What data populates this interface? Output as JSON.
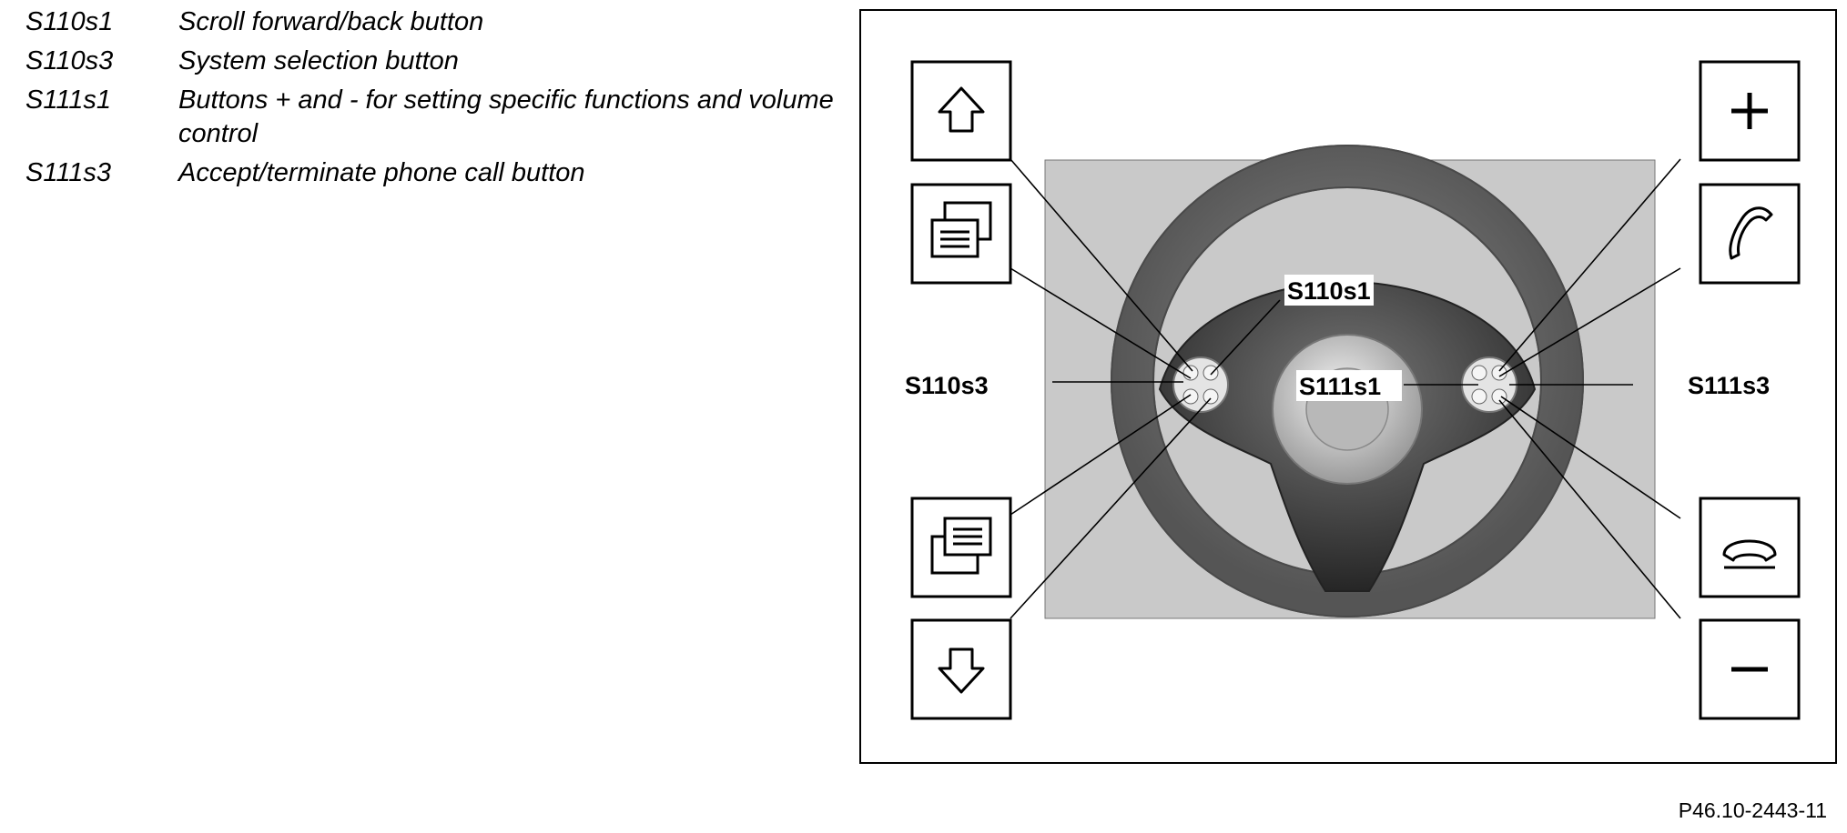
{
  "legend": [
    {
      "code": "S110s1",
      "description": "Scroll forward/back button"
    },
    {
      "code": "S110s3",
      "description": "System selection button"
    },
    {
      "code": "S111s1",
      "description": "Buttons + and - for setting specific functions and volume control"
    },
    {
      "code": "S111s3",
      "description": "Accept/terminate phone call button"
    }
  ],
  "callouts": {
    "s110s1": "S110s1",
    "s110s3": "S110s3",
    "s111s1": "S111s1",
    "s111s3": "S111s3"
  },
  "icons": {
    "up_arrow": "arrow-up-icon",
    "down_arrow": "arrow-down-icon",
    "system_next": "display-stack-icon",
    "system_prev": "display-stack-reverse-icon",
    "plus": "plus-icon",
    "minus": "minus-icon",
    "phone_accept": "phone-accept-icon",
    "phone_end": "phone-end-icon"
  },
  "reference_code": "P46.10-2443-11",
  "colors": {
    "photo_background": "#c9c9c9",
    "wheel_rim": "#6e6e6e",
    "wheel_hub": "#3c3c3c"
  }
}
